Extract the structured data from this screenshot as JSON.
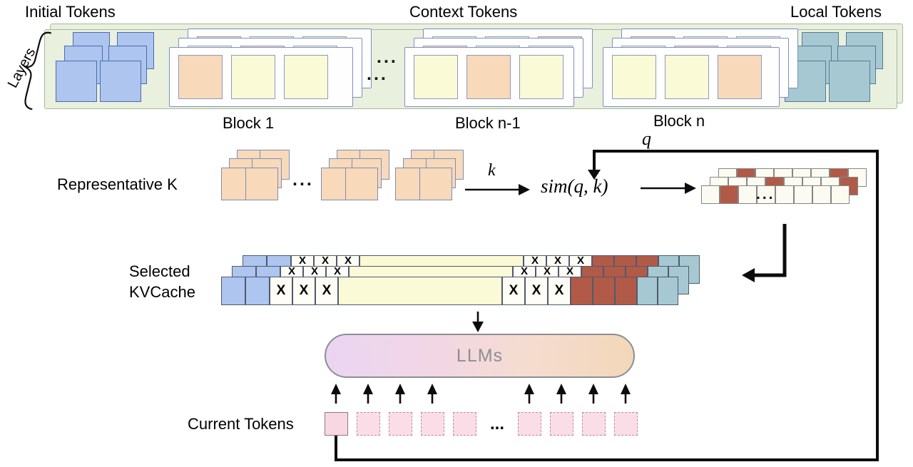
{
  "colors": {
    "panel_green": "#e9f0de",
    "initial_blue": "#adc5ef",
    "local_teal": "#a6c8d2",
    "peach": "#f8d9ba",
    "cream": "#fbfad6",
    "selected_brown": "#b25a48",
    "current_pink": "#f8d7e2",
    "llm_gradient_left": "#ead5f2",
    "llm_gradient_right": "#f3d7b9",
    "arrow_black": "#0c0c0c"
  },
  "top_panel": {
    "initial_tokens_label": "Initial Tokens",
    "context_tokens_label": "Context Tokens",
    "local_tokens_label": "Local Tokens",
    "layers_label": "Layers",
    "dots": "...",
    "blocks": [
      {
        "label": "Block 1",
        "layers": [
          [
            "peach",
            "cream",
            "cream"
          ],
          [
            "cream",
            "peach",
            "cream"
          ],
          [
            "peach",
            "cream",
            "cream"
          ]
        ]
      },
      {
        "label": "Block n-1",
        "layers": [
          [
            "cream",
            "peach",
            "cream"
          ],
          [
            "peach",
            "cream",
            "cream"
          ],
          [
            "cream",
            "cream",
            "peach"
          ]
        ]
      },
      {
        "label": "Block n",
        "layers": [
          [
            "cream",
            "cream",
            "peach"
          ],
          [
            "cream",
            "peach",
            "cream"
          ],
          [
            "peach",
            "cream",
            "cream"
          ]
        ]
      }
    ]
  },
  "middle": {
    "representative_k_label": "Representative K",
    "dots": "...",
    "k_label": "k",
    "q_label": "q",
    "sim_label": "sim(q, k)",
    "score_dots": "...",
    "score_rows": [
      [
        "white",
        "brown",
        "white",
        "white",
        "white",
        "white",
        "brown",
        "white"
      ],
      [
        "white",
        "white",
        "white",
        "brown",
        "white",
        "white",
        "white",
        "brown"
      ],
      [
        "white",
        "brown",
        "white",
        "white",
        "white",
        "white",
        "white",
        "white"
      ]
    ]
  },
  "kvcache": {
    "label_line1": "Selected",
    "label_line2": "KVCache",
    "x_mark": "X",
    "pattern": [
      {
        "type": "blue",
        "count": 2
      },
      {
        "type": "x",
        "count": 3
      },
      {
        "type": "yellow",
        "count": 1
      },
      {
        "type": "x",
        "count": 3
      },
      {
        "type": "brown",
        "count": 3
      },
      {
        "type": "teal",
        "count": 2
      }
    ]
  },
  "llm": {
    "label": "LLMs"
  },
  "current": {
    "label": "Current Tokens",
    "dots": "...",
    "squares": [
      "solid",
      "dashed",
      "dashed",
      "dashed",
      "dashed",
      "dots",
      "dashed",
      "dashed",
      "dashed",
      "dashed"
    ]
  }
}
